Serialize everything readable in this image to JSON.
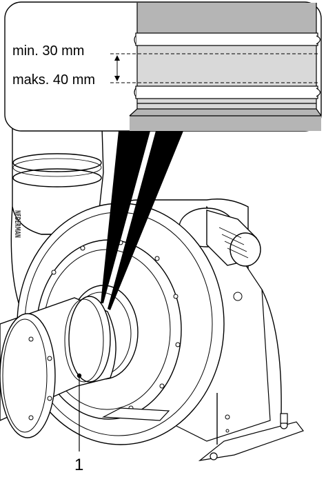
{
  "detail": {
    "min_label": "min. 30 mm",
    "max_label": "maks. 40 mm"
  },
  "callout": {
    "number": "1"
  },
  "brand_logo_text": "NEDERMAN",
  "colors": {
    "line": "#000000",
    "duct_grey": "#d9d9d9",
    "duct_dark": "#b5b5b5",
    "background": "#ffffff"
  }
}
